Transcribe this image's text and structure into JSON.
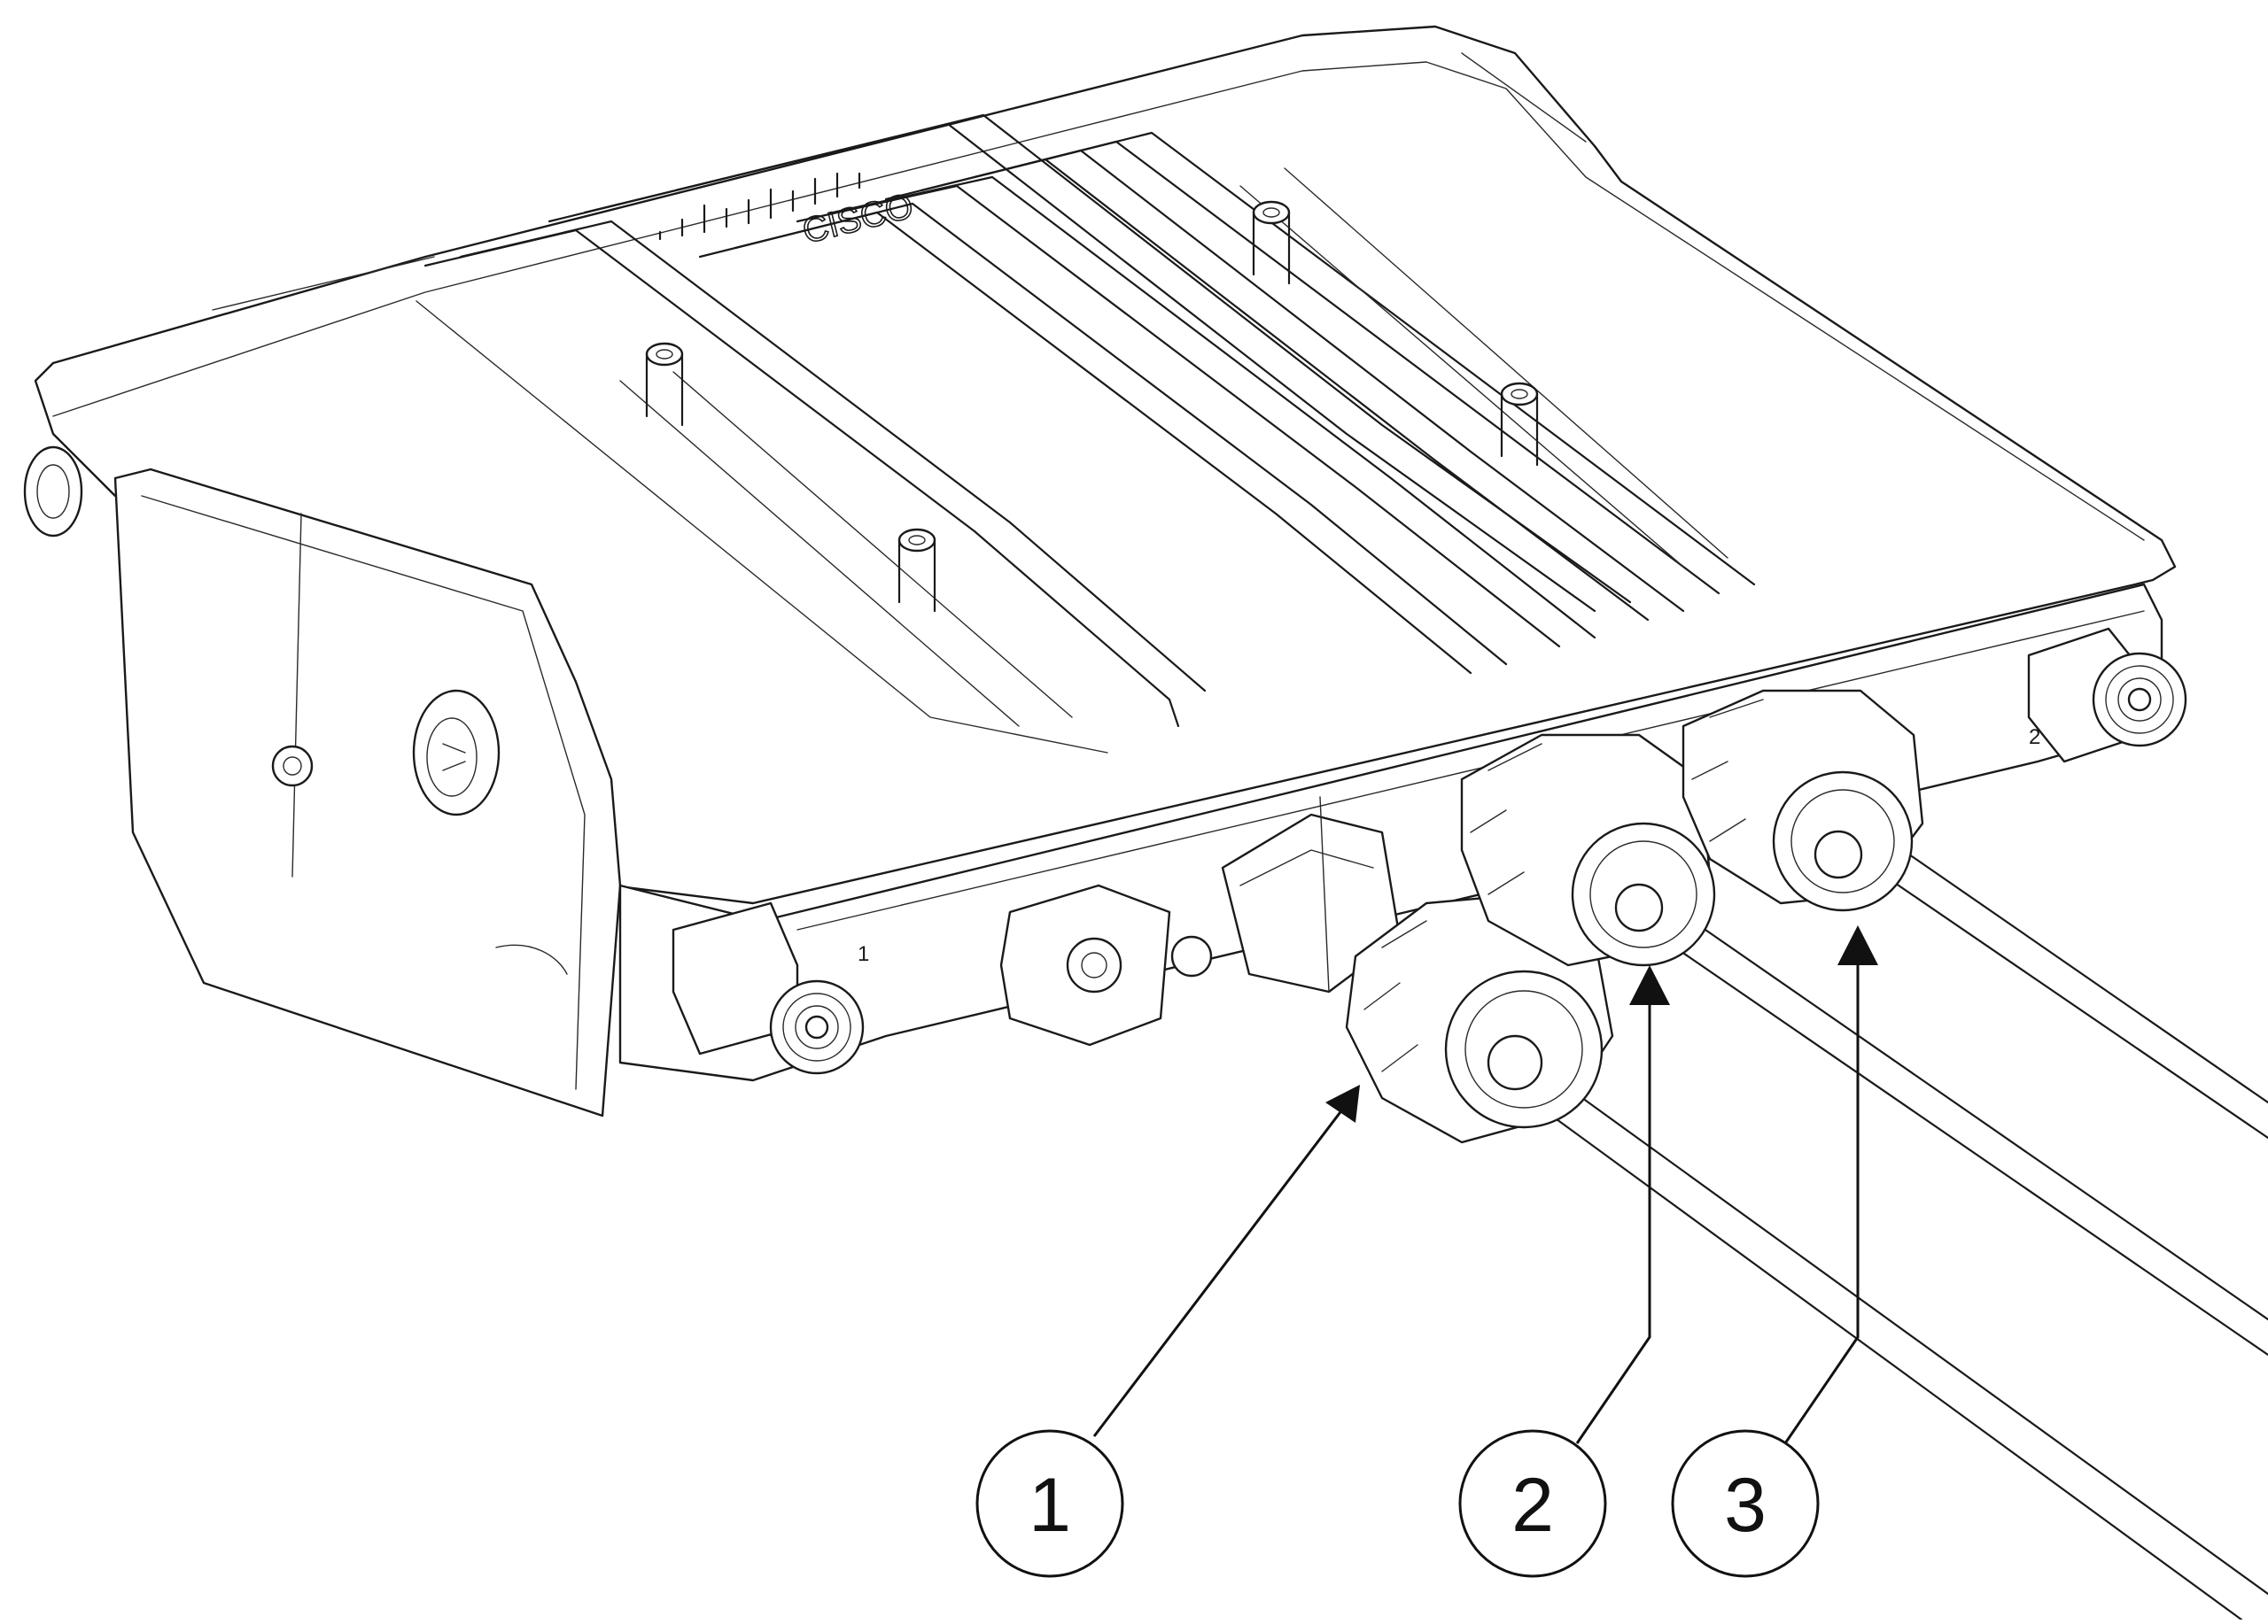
{
  "figure": {
    "callouts": [
      {
        "id": "1",
        "label": "1"
      },
      {
        "id": "2",
        "label": "2"
      },
      {
        "id": "3",
        "label": "3"
      }
    ],
    "logo_text": "CISCO",
    "port_labels": {
      "left_antenna": "1",
      "right_antenna": "2"
    }
  }
}
